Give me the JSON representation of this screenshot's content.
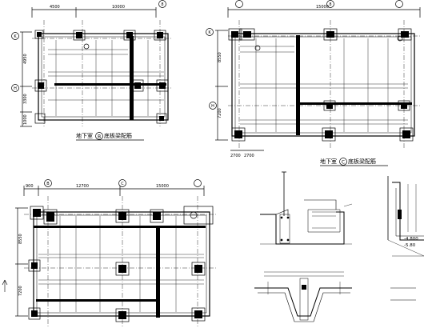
{
  "drawings": {
    "plan_b": {
      "caption_prefix": "地下室",
      "caption_grid": "B",
      "caption_suffix": "底板梁配筋",
      "dim_top": [
        "4500",
        "10000"
      ],
      "dim_left": [
        "4950",
        "3300",
        "1000"
      ],
      "grid_left": [
        "K",
        "H"
      ],
      "grid_top_mark": "8"
    },
    "plan_c": {
      "caption_prefix": "地下室",
      "caption_grid": "C",
      "caption_suffix": "底板梁配筋",
      "dim_top": [
        "15000"
      ],
      "dim_left": [
        "8550",
        "7200"
      ],
      "dim_bottom": [
        "2700",
        "2700"
      ],
      "grid_left": [
        "K",
        "H"
      ],
      "grid_top_mark": "8"
    },
    "plan_a": {
      "dim_top": [
        "900",
        "12700",
        "15000"
      ],
      "dim_left": [
        "8550",
        "7200"
      ],
      "grid_top": [
        "B",
        "C"
      ]
    },
    "section": {
      "elev_1": "-4.800",
      "elev_2": "-5.80"
    }
  }
}
